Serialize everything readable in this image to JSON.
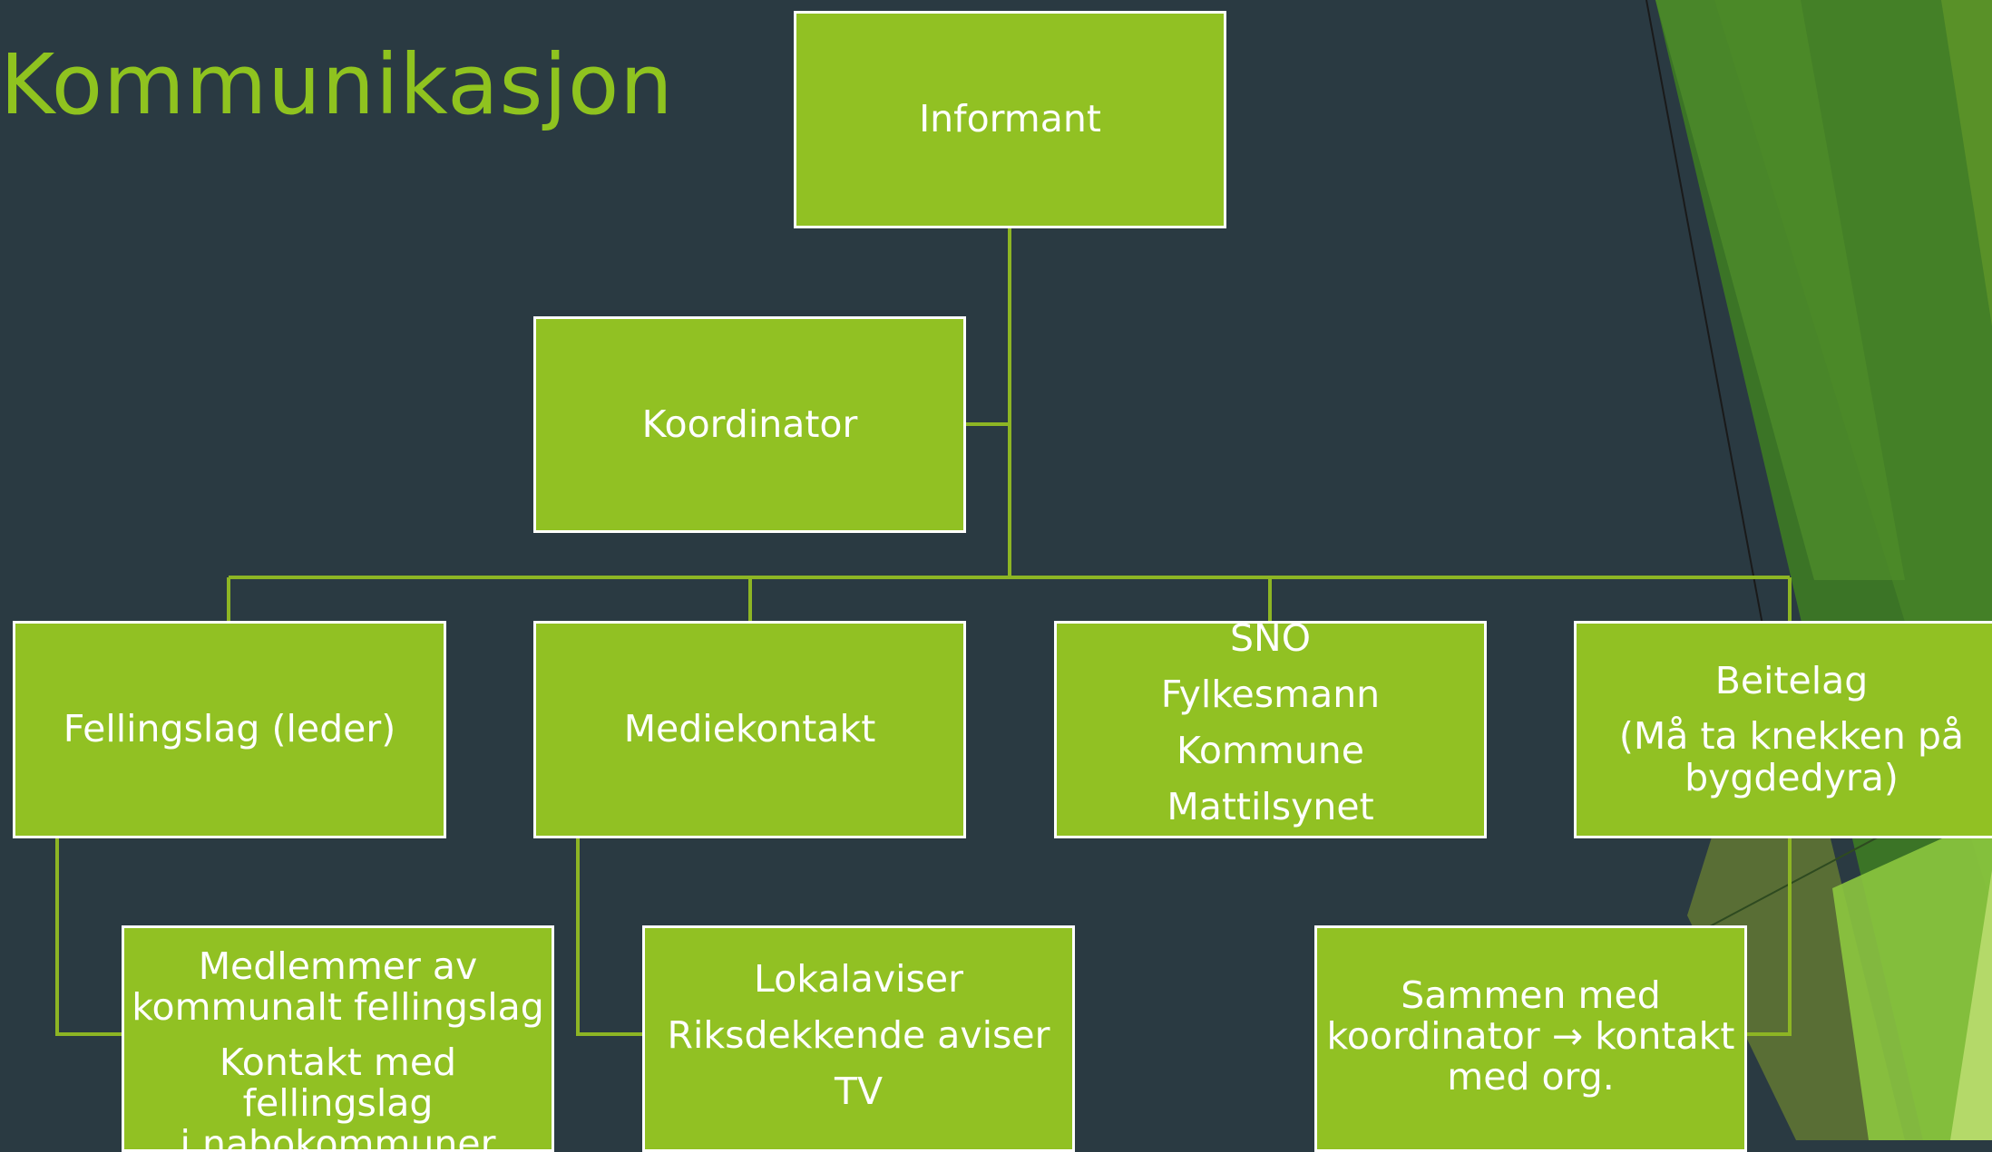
{
  "title": "Kommunikasjon",
  "colors": {
    "background": "#2a3a42",
    "node_fill": "#91c123",
    "node_border": "#ffffff",
    "connector": "#8db524",
    "title": "#8fc31f"
  },
  "nodes": {
    "informant": {
      "label": "Informant"
    },
    "koordinator": {
      "label": "Koordinator"
    },
    "fellingslag": {
      "label": "Fellingslag (leder)"
    },
    "mediekontakt": {
      "label": "Mediekontakt"
    },
    "myndigheter": {
      "lines": [
        "SNO",
        "Fylkesmann",
        "Kommune",
        "Mattilsynet"
      ]
    },
    "beitelag": {
      "line1": "Beitelag",
      "line2": "(Må ta knekken på",
      "line3": "bygdedyra)"
    },
    "fellingslag_detail": {
      "line1": "Medlemmer av",
      "line2": "kommunalt fellingslag",
      "line3": "Kontakt med fellingslag",
      "line4": "i nabokommuner"
    },
    "media_detail": {
      "lines": [
        "Lokalaviser",
        "Riksdekkende aviser",
        "TV"
      ]
    },
    "beitelag_detail": {
      "line1": "Sammen med",
      "line2": "koordinator → kontakt",
      "line3": "med org."
    }
  }
}
